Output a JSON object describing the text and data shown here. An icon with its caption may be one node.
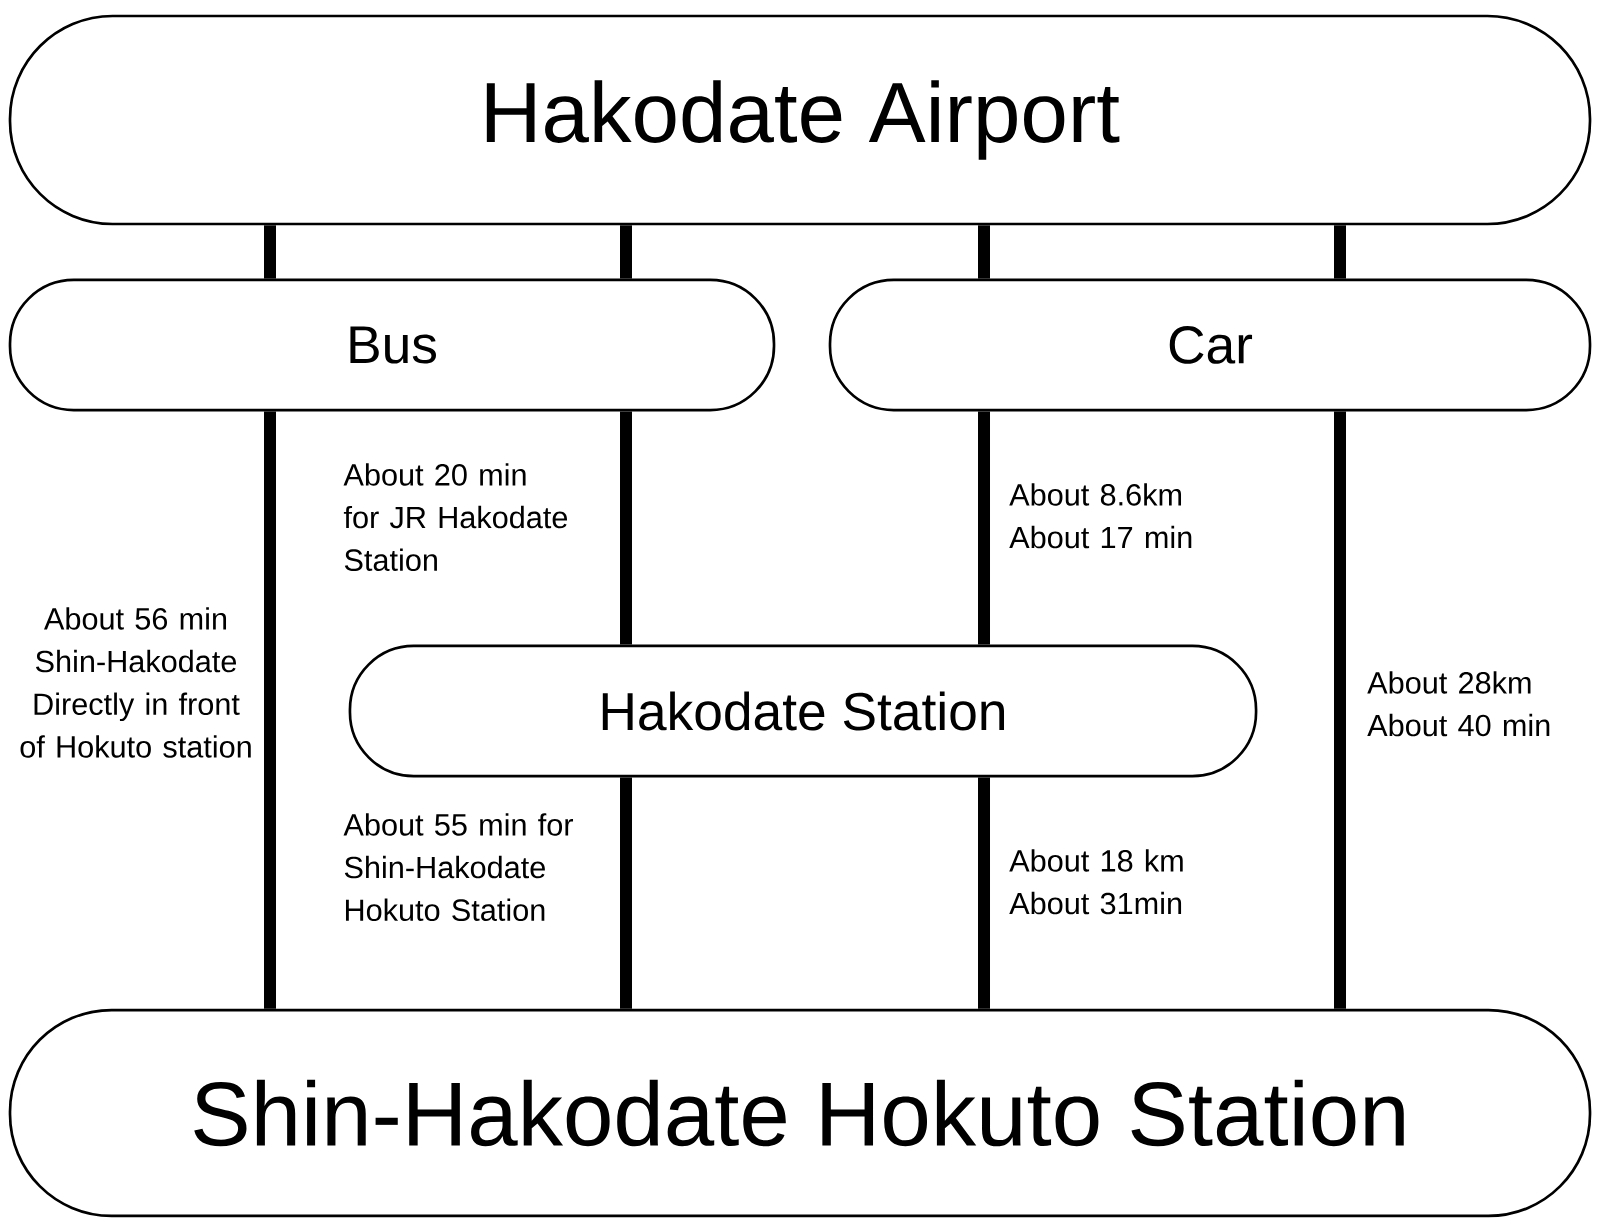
{
  "diagram": {
    "nodes": [
      {
        "text": [
          "Hakodate Airport"
        ]
      },
      {
        "text": [
          "Bus"
        ]
      },
      {
        "text": [
          "Car"
        ]
      },
      {
        "text": [
          "Hakodate Station"
        ]
      },
      {
        "text": [
          "Shin-Hakodate Hokuto Station"
        ]
      }
    ],
    "edges": [
      {
        "from": 0,
        "to": 1,
        "arrow": "none"
      },
      {
        "from": 0,
        "to": 1,
        "arrow": "none"
      },
      {
        "from": 0,
        "to": 2,
        "arrow": "none"
      },
      {
        "from": 0,
        "to": 2,
        "arrow": "none"
      },
      {
        "from": 1,
        "to": 4,
        "arrow": "none",
        "label": "About 56 min Shin-Hakodate Directly in front of Hokuto station"
      },
      {
        "from": 1,
        "to": 3,
        "arrow": "none",
        "label": "About 20 min for JR Hakodate Station"
      },
      {
        "from": 3,
        "to": 4,
        "arrow": "none",
        "label": "About 55 min for Shin-Hakodate Hokuto Station"
      },
      {
        "from": 2,
        "to": 3,
        "arrow": "none",
        "label": "About 8.6km About 17 min"
      },
      {
        "from": 3,
        "to": 4,
        "arrow": "none",
        "label": "About 18 km About 31min"
      },
      {
        "from": 2,
        "to": 4,
        "arrow": "none",
        "label": "About 28km About 40 min"
      }
    ]
  }
}
